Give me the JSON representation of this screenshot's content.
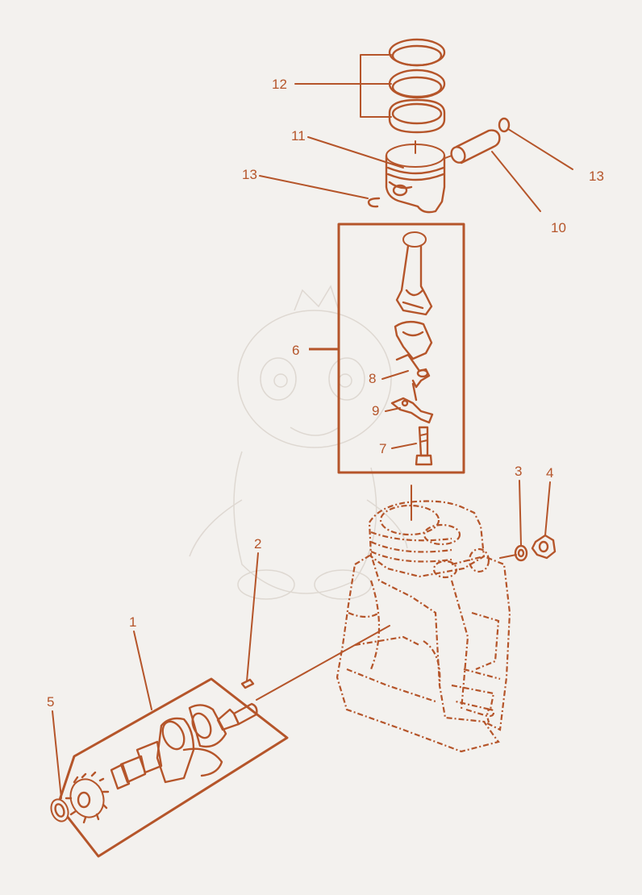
{
  "diagram": {
    "line_color": "#b5552a",
    "background_color": "#f3f1ee",
    "labels": {
      "crankshaft": "1",
      "key": "2",
      "washer": "3",
      "seal": "4",
      "gear": "5",
      "connecting_rod_assembly": "6",
      "rod_bolt": "7",
      "lock_plate": "8",
      "oil_dipper": "9",
      "piston_pin": "10",
      "piston": "11",
      "piston_rings": "12",
      "circlip_left": "13",
      "circlip_right": "13"
    }
  }
}
